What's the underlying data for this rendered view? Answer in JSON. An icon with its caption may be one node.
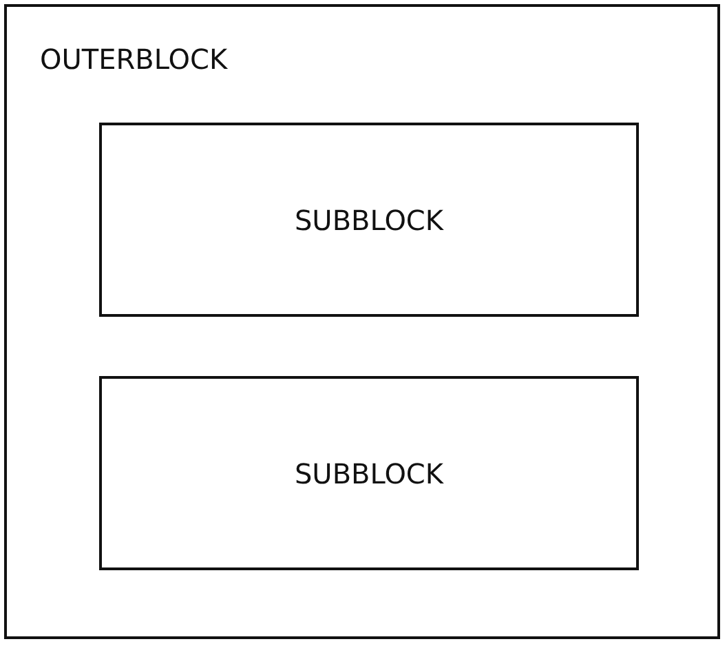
{
  "diagram": {
    "nodes": [
      {
        "text": [
          "OUTERBLOCK"
        ]
      },
      {
        "text": [
          "SUBBLOCK"
        ],
        "in": 0
      },
      {
        "text": [
          "SUBBLOCK"
        ],
        "in": 0
      }
    ]
  }
}
